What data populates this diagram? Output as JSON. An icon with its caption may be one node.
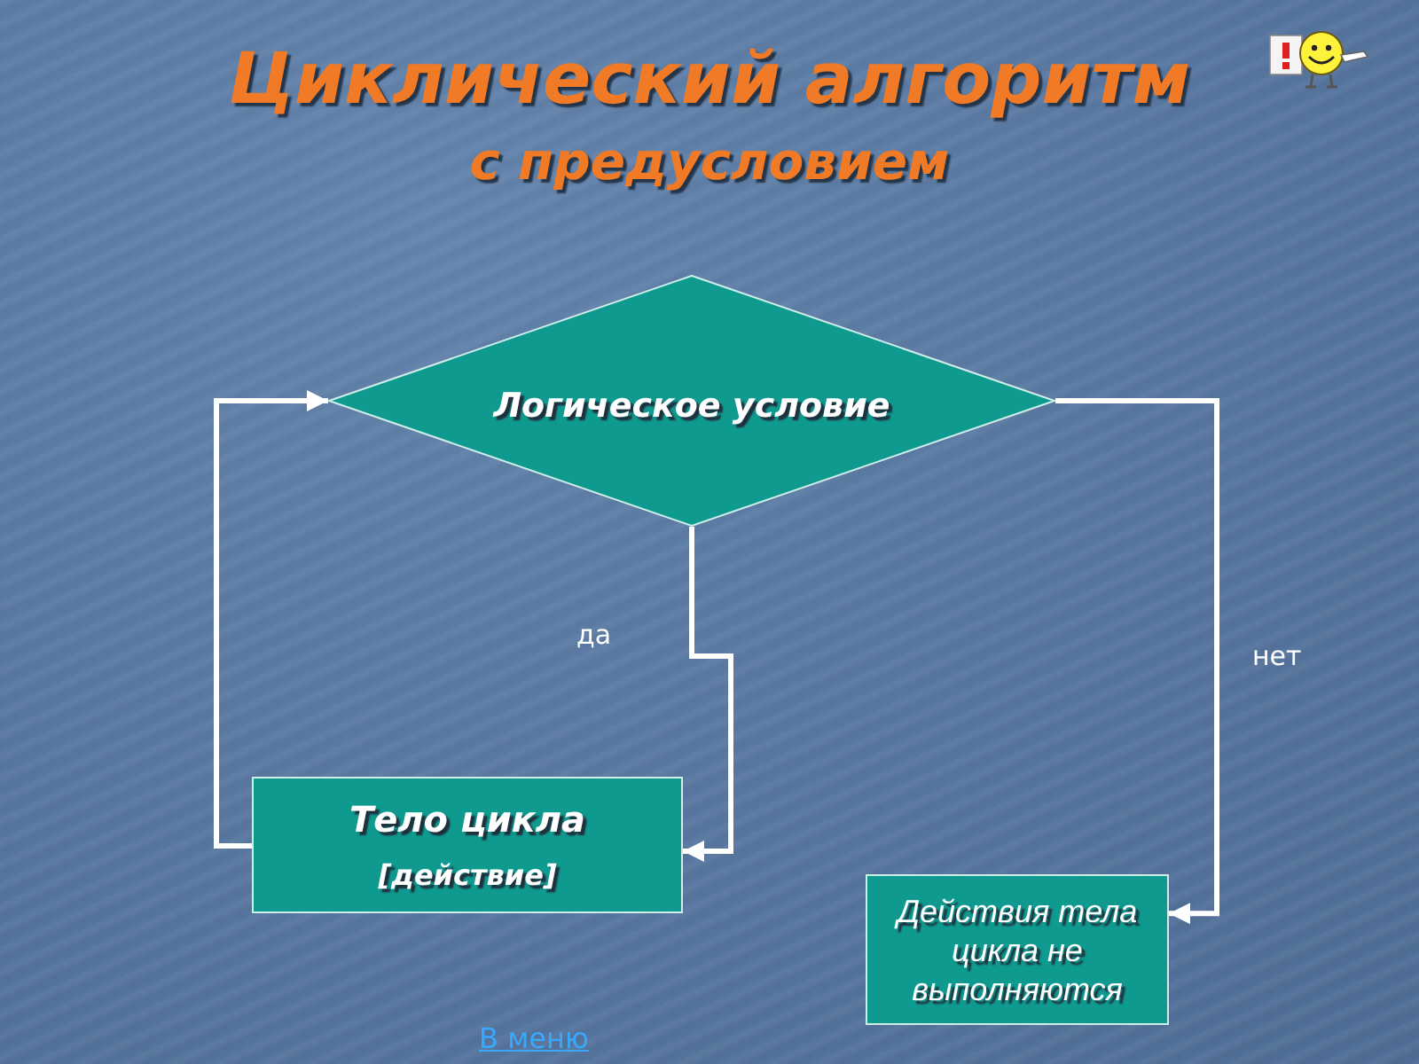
{
  "diagram": {
    "title": "Циклический алгоритм с предусловием",
    "nodes": [
      {
        "text": [
          "Логическое условие"
        ]
      },
      {
        "text": [
          "Тело цикла",
          "[действие]"
        ]
      },
      {
        "text": [
          "Действия тела цикла не выполняются"
        ]
      }
    ],
    "edges": [
      {
        "from": 0,
        "to": 1,
        "arrow": "to",
        "label": "да"
      },
      {
        "from": 1,
        "to": 0,
        "arrow": "to"
      },
      {
        "from": 0,
        "to": 2,
        "arrow": "to",
        "label": "нет"
      }
    ],
    "labels": [
      "В меню"
    ]
  }
}
